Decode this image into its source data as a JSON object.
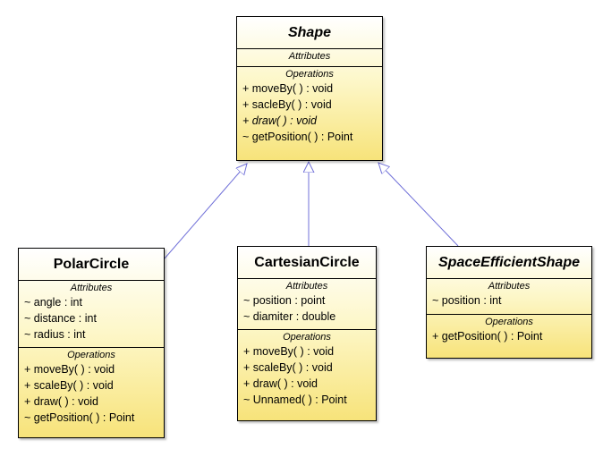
{
  "classes": {
    "shape": {
      "name": "Shape",
      "attributes_title": "Attributes",
      "operations_title": "Operations",
      "operations": [
        "+ moveBy(  ) : void",
        "+ sacleBy(  ) : void",
        "+ draw(  ) : void",
        "~ getPosition(  ) : Point"
      ]
    },
    "polar": {
      "name": "PolarCircle",
      "attributes_title": "Attributes",
      "attributes": [
        "~ angle : int",
        "~ distance : int",
        "~ radius : int"
      ],
      "operations_title": "Operations",
      "operations": [
        "+ moveBy(  ) : void",
        "+ scaleBy(  ) : void",
        "+ draw(  ) : void",
        "~ getPosition(  ) : Point"
      ]
    },
    "cartesian": {
      "name": "CartesianCircle",
      "attributes_title": "Attributes",
      "attributes": [
        "~ position : point",
        "~ diamiter : double"
      ],
      "operations_title": "Operations",
      "operations": [
        "+ moveBy(  ) : void",
        "+ scaleBy(  ) : void",
        "+ draw(  ) : void",
        "~ Unnamed(  ) : Point"
      ]
    },
    "space": {
      "name": "SpaceEfficientShape",
      "attributes_title": "Attributes",
      "attributes": [
        "~ position : int"
      ],
      "operations_title": "Operations",
      "operations": [
        "+ getPosition(  ) : Point"
      ]
    }
  },
  "colors": {
    "border": "#000000",
    "fill_top": "#ffffff",
    "fill_bottom": "#f7e37a",
    "connector": "#7070d8"
  }
}
